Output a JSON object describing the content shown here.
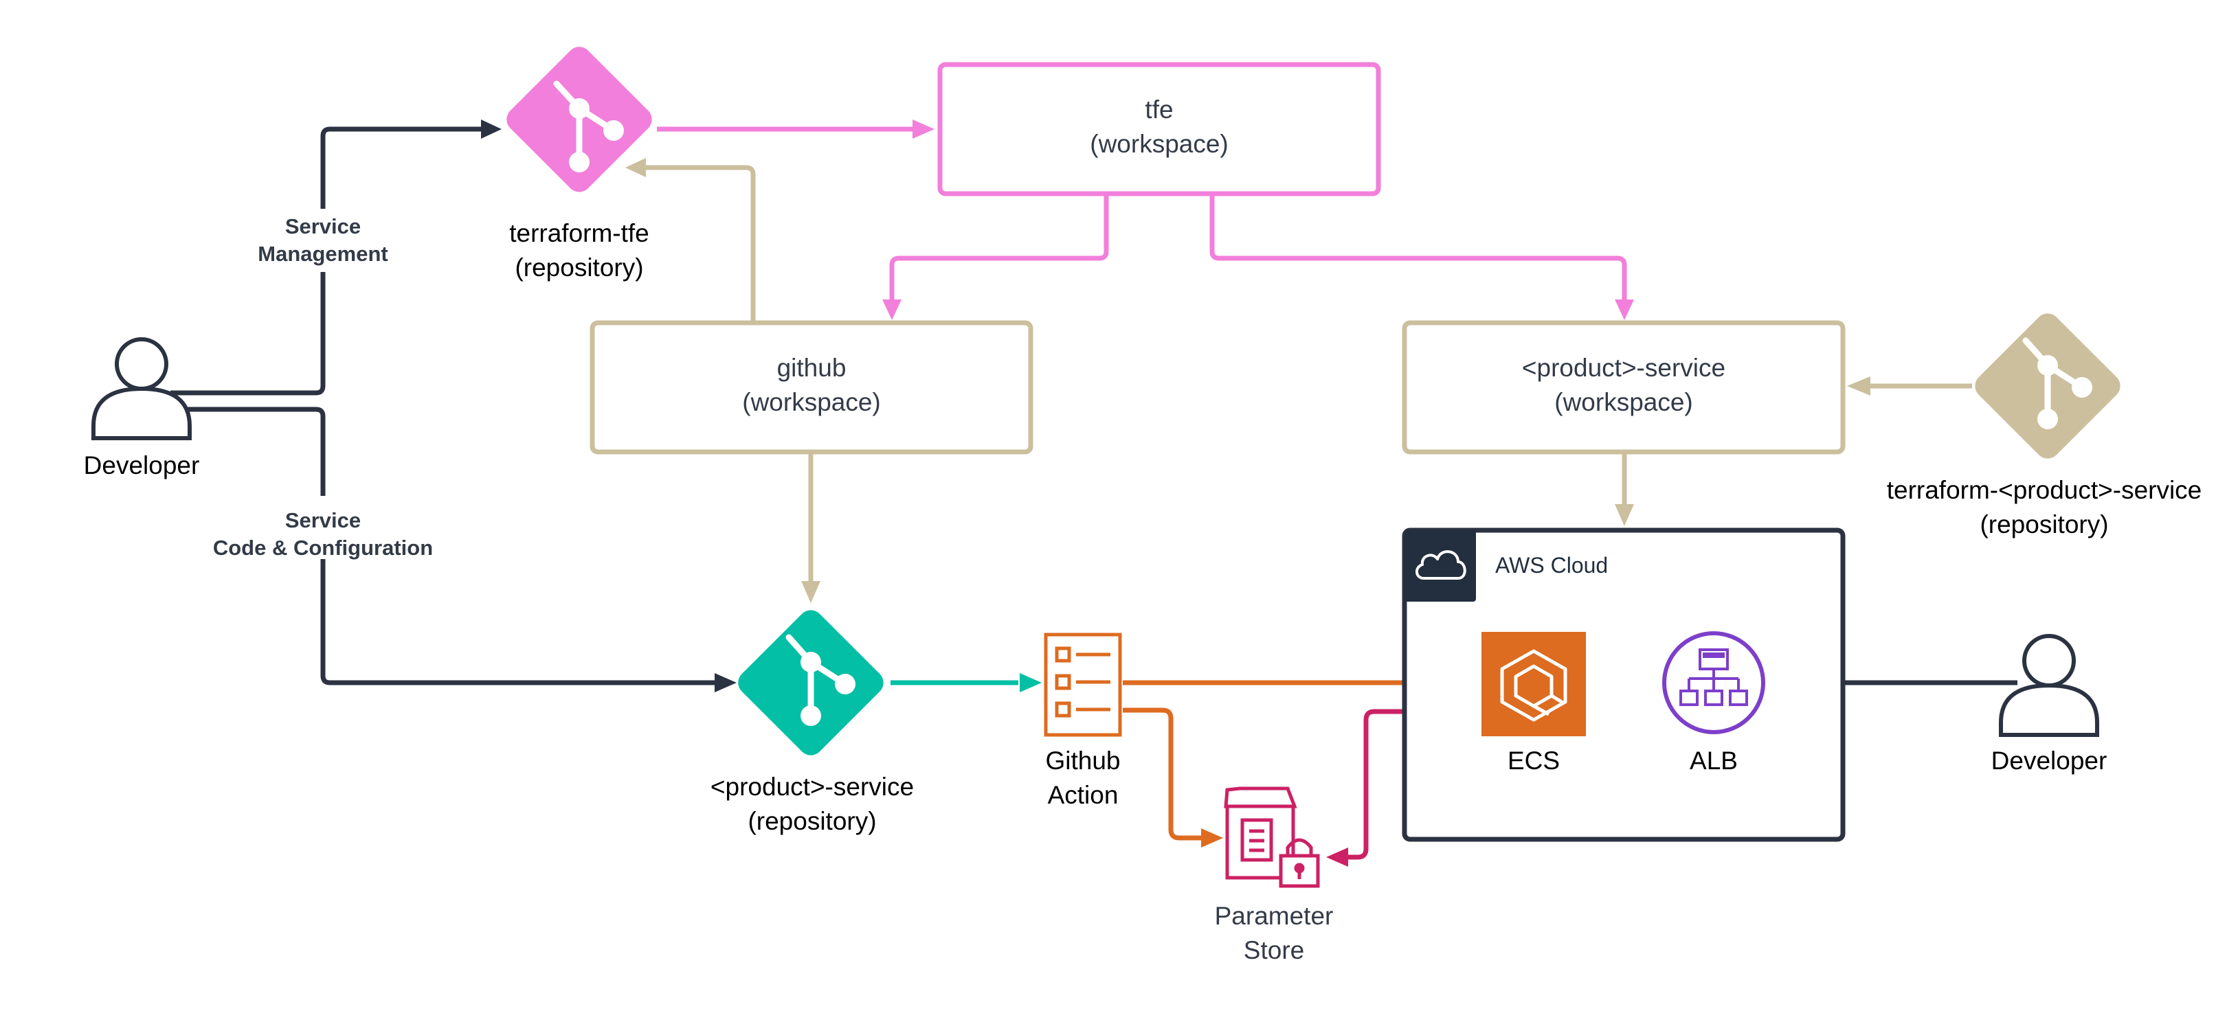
{
  "colors": {
    "dark": "#2b3241",
    "pink": "#f27fdb",
    "tan": "#cbbf9d",
    "teal": "#02bfa5",
    "orange": "#dd6b20",
    "purple": "#7d3fca",
    "crimson": "#cc2164",
    "label": "#333b48"
  },
  "edges": {
    "service_management": [
      "Service",
      "Management"
    ],
    "service_code": [
      "Service",
      "Code & Configuration"
    ]
  },
  "nodes": {
    "developer_left": {
      "label": "Developer"
    },
    "developer_right": {
      "label": "Developer"
    },
    "terraform_tfe_repo": {
      "line1": "terraform-tfe",
      "line2": "(repository)"
    },
    "terraform_product_repo": {
      "line1": "terraform-<product>-service",
      "line2": "(repository)"
    },
    "product_service_repo": {
      "line1": "<product>-service",
      "line2": "(repository)"
    },
    "tfe_workspace": {
      "line1": "tfe",
      "line2": "(workspace)"
    },
    "github_workspace": {
      "line1": "github",
      "line2": "(workspace)"
    },
    "product_workspace": {
      "line1": "<product>-service",
      "line2": "(workspace)"
    },
    "aws_cloud": {
      "label": "AWS Cloud"
    },
    "github_action": {
      "line1": "Github",
      "line2": "Action"
    },
    "parameter_store": {
      "line1": "Parameter",
      "line2": "Store"
    },
    "ecs": {
      "label": "ECS"
    },
    "alb": {
      "label": "ALB"
    }
  }
}
